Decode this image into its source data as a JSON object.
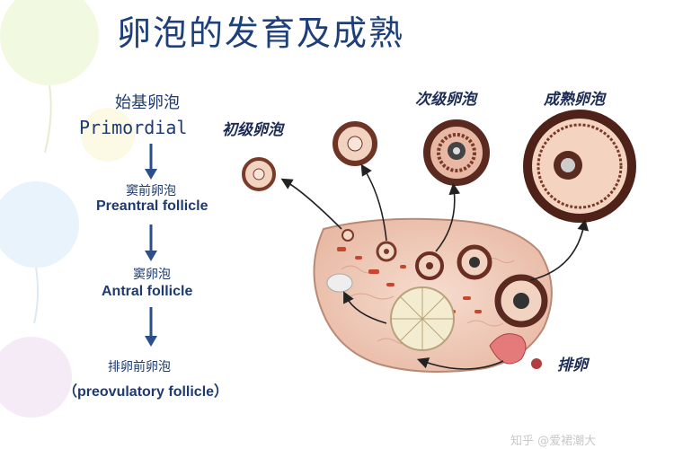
{
  "title": "卵泡的发育及成熟",
  "flow": {
    "primordial": {
      "cn": "始基卵泡",
      "en": "Primordial"
    },
    "preantral": {
      "cn": "窦前卵泡",
      "en": "Preantral follicle"
    },
    "antral": {
      "cn": "窦卵泡",
      "en": "Antral follicle"
    },
    "preovulatory": {
      "cn": "排卵前卵泡",
      "en": "（preovulatory follicle）"
    }
  },
  "stages": {
    "primary": "初级卵泡",
    "secondary": "次级卵泡",
    "mature": "成熟卵泡",
    "ovulation": "排卵"
  },
  "watermark": "知乎 @爱裙潮大",
  "colors": {
    "title": "#1e3f7a",
    "text": "#1e3a6e",
    "arrow": "#2a4f8a",
    "ovary": "#f0cdbd",
    "follicle_ring": "#7a3a2a"
  }
}
